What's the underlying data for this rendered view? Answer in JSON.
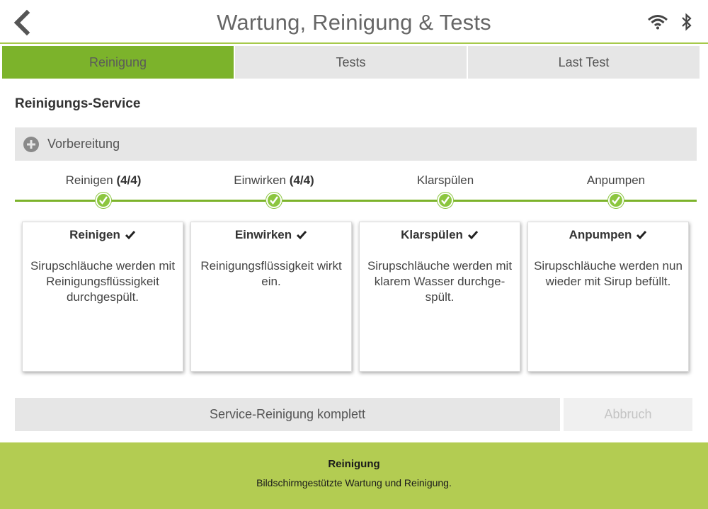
{
  "header": {
    "title": "Wartung, Reinigung & Tests",
    "icons": [
      "chevron-left-icon",
      "wifi-icon",
      "bluetooth-icon"
    ]
  },
  "tabs": [
    {
      "label": "Reinigung",
      "active": true
    },
    {
      "label": "Tests",
      "active": false
    },
    {
      "label": "Last Test",
      "active": false
    }
  ],
  "section_title": "Reinigungs-Service",
  "preparation": {
    "label": "Vorbereitung",
    "icon": "plus-circle-icon"
  },
  "steps": [
    {
      "label": "Reinigen",
      "count": "(4/4)",
      "done": true
    },
    {
      "label": "Einwirken",
      "count": "(4/4)",
      "done": true
    },
    {
      "label": "Klarspülen",
      "count": "",
      "done": true
    },
    {
      "label": "Anpumpen",
      "count": "",
      "done": true
    }
  ],
  "cards": [
    {
      "title": "Reinigen",
      "body": "Sirupschläuche werden mit Reinigungsflüssigkeit durchgespült."
    },
    {
      "title": "Einwirken",
      "body": "Reinigungsflüssigkeit wirkt ein."
    },
    {
      "title": "Klarspülen",
      "body": "Sirupschläuche werden mit klarem Wasser durchge-spült."
    },
    {
      "title": "Anpumpen",
      "body": "Sirupschläuche werden nun wieder mit Sirup befüllt."
    }
  ],
  "buttons": {
    "complete": "Service-Reinigung komplett",
    "cancel": "Abbruch"
  },
  "caption": {
    "title": "Reinigung",
    "text": "Bildschirmgestützte Wartung und Reinigung."
  },
  "colors": {
    "accent": "#7cb32b",
    "caption_bg": "#b3cc52"
  }
}
